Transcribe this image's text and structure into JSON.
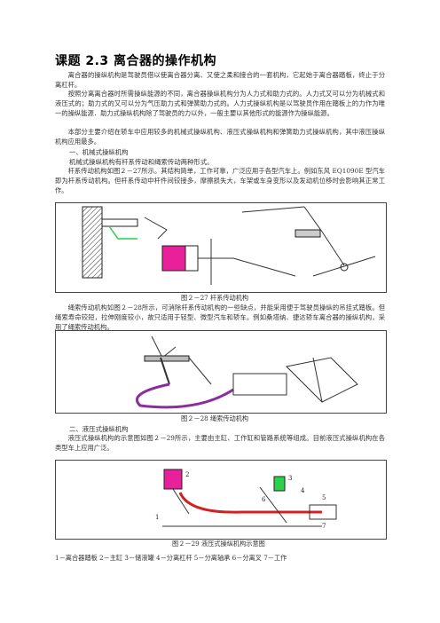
{
  "title": "课题 2.3    离合器的操作机构",
  "intro_paragraphs": [
    "离合器的操纵机构是驾驶员借以使离合器分离、又使之柔和接合的一套机构，它起始于离合器踏板，终止于分离杠杆。",
    "按照分离离合器时所需操纵能源的不同，离合器操纵机构分为人力式和助力式的。人力式又可以分为机械式和液压式的；助力式的又可以分为气压助力式和弹簧助力式的。人力式操纵机构是以驾驶员作用在踏板上的力作为唯一的操纵能源．助力式操纵机构除了驾驶员的力以外，一般主要以其他形式的能源作为操纵能源。",
    "本部分主要介绍在轿车中应用较多的机械式操纵机构、液压式操纵机构和弹簧助力式操纵机构，其中液压操纵机构应用最多。"
  ],
  "section1": {
    "heading": "一、机械式操纵机构",
    "line1": "机械式操纵机构有杆系传动和绳索传动两种形式。",
    "para": "杆系传动机构如图２－27所示。其结构简单，工作可靠，广泛应用于各型汽车上。例如东风 EQ1090E 型汽车即为杆系传动机构。但杆系传动中杆件间铰接多，摩擦损失大，车架或车身变形以及发动机位移时会影响其正常工作。",
    "fig_caption": "图２－27    杆系传动机构",
    "para2": "绳索传动机构如图２－28所示，可消除杆系传动机构的一些缺点，并能采用便于驾驶员操纵的吊挂式踏板。但绳索寿命较短，拉伸刚度较小，故只适用于轻型、微型汽车和轿车。例如桑塔纳、捷达轿车离合器的操纵机构，采用了绳索传动机构。",
    "fig2_caption": "图２－28    绳索传动机构"
  },
  "section2": {
    "heading": "二、液压式操纵机构",
    "para": "液压式操纵机构的示意图如图２－29所示，主要由主缸、工作缸和管路系统等组成。目前液压式操纵机构在各类型车上应用广泛。",
    "fig_caption": "图２－29    液压式操纵机构示意图",
    "legend": "1－离合器踏板    2－主缸    3－储液罐    4－分离杠杆    5－分离轴承    6－分离叉    7－工作"
  },
  "colors": {
    "pink": "#e8219a",
    "green": "#2bd14a",
    "purple": "#8a2da0",
    "red": "#d42020",
    "ink": "#333333"
  },
  "fig3_labels": [
    "1",
    "2",
    "3",
    "4",
    "5",
    "6",
    "7"
  ]
}
